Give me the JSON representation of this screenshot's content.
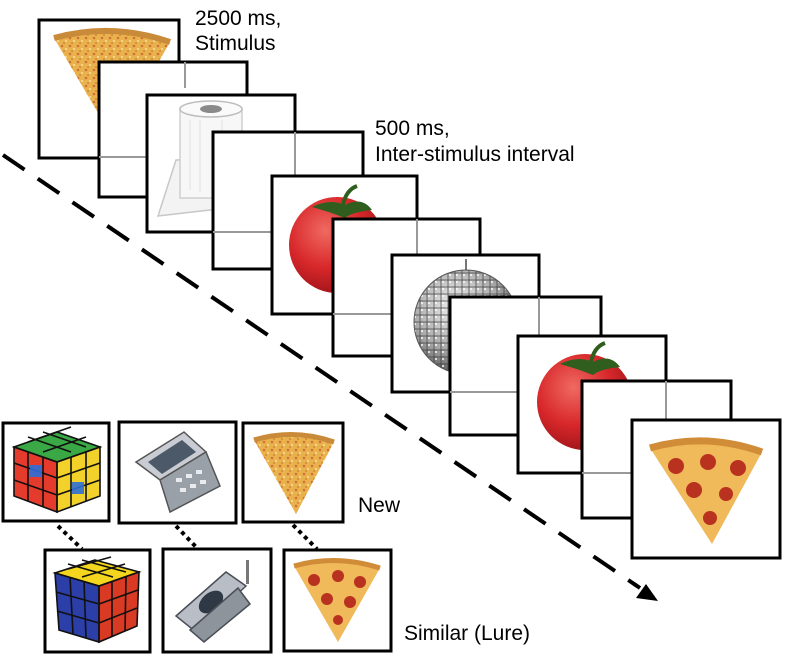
{
  "labels": {
    "stimulus_time": "2500 ms,",
    "stimulus_name": "Stimulus",
    "isi_time": "500 ms,",
    "isi_name": "Inter-stimulus interval",
    "new": "New",
    "similar": "Similar (Lure)"
  },
  "sequence": [
    {
      "kind": "stimulus",
      "object": "pizza-slice"
    },
    {
      "kind": "blank"
    },
    {
      "kind": "stimulus",
      "object": "toilet-paper"
    },
    {
      "kind": "blank"
    },
    {
      "kind": "stimulus",
      "object": "tomato"
    },
    {
      "kind": "blank"
    },
    {
      "kind": "stimulus",
      "object": "disco-ball"
    },
    {
      "kind": "blank"
    },
    {
      "kind": "stimulus",
      "object": "tomato"
    },
    {
      "kind": "blank"
    },
    {
      "kind": "stimulus",
      "object": "pepperoni-pizza"
    }
  ],
  "new_items": [
    "rubiks-cube",
    "flip-phone",
    "pizza-slice"
  ],
  "lure_items": [
    "rubiks-cube",
    "flip-phone",
    "pepperoni-pizza"
  ],
  "colors": {
    "frame": "#000000",
    "blank_edge": "#999999",
    "tomato": "#d8282b",
    "pizza_crust": "#e8a64a",
    "pepperoni": "#b8321f"
  }
}
